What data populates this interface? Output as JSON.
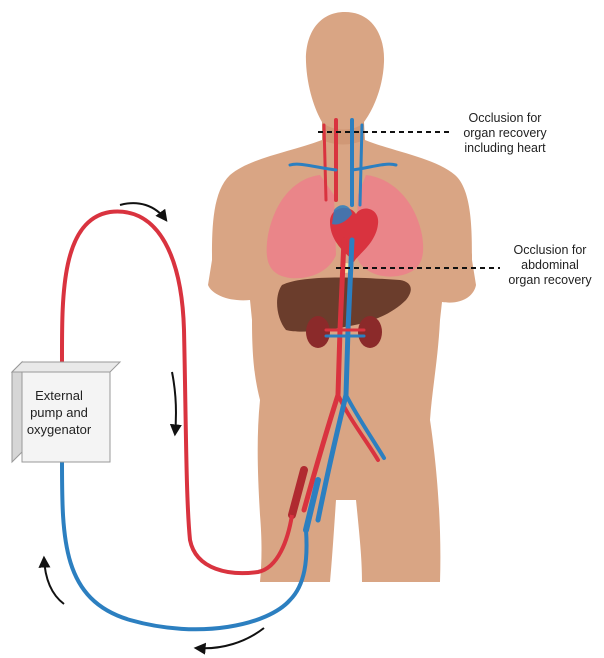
{
  "labels": {
    "occlusion_top": [
      "Occlusion for",
      "organ recovery",
      "including heart"
    ],
    "occlusion_abdominal": [
      "Occlusion for",
      "abdominal",
      "organ recovery"
    ],
    "pump": [
      "External",
      "pump and",
      "oxygenator"
    ]
  },
  "colors": {
    "skin": "#d9a584",
    "skin_shadow": "#c98f6d",
    "artery": "#d9333f",
    "vein": "#2c7fc0",
    "lung": "#ec7f89",
    "liver": "#6b3d2c",
    "kidney": "#8b2a2a",
    "pump_box": "#f4f4f4"
  },
  "icons": [
    "flow-arrow-icon"
  ]
}
